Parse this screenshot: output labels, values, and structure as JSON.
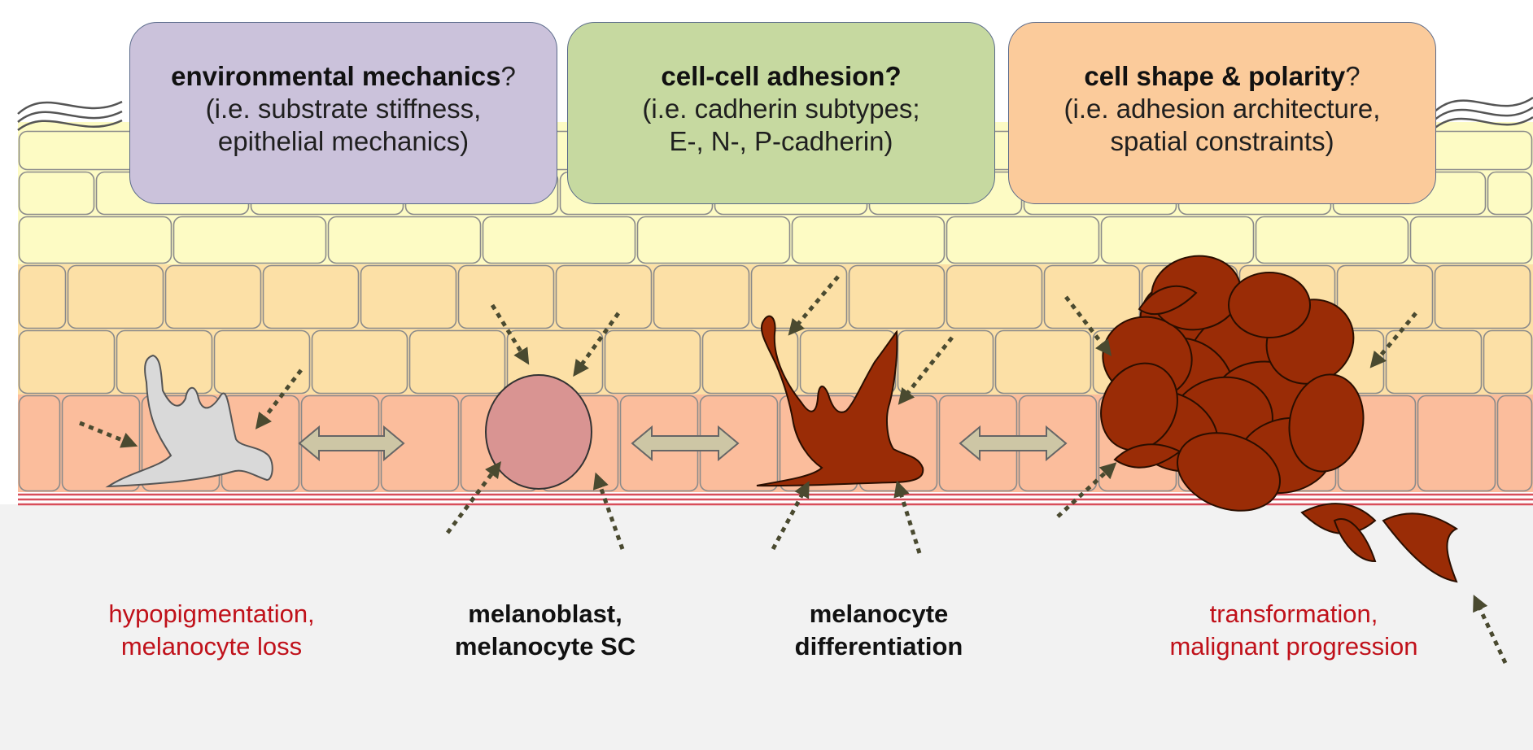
{
  "question_boxes": [
    {
      "title": "environmental mechanics",
      "title_suffix": "?",
      "line1": "(i.e. substrate stiffness,",
      "line2": "epithelial mechanics)",
      "color": "#cbc2db"
    },
    {
      "title": "cell-cell adhesion?",
      "title_suffix": "",
      "line1": "(i.e. cadherin subtypes;",
      "line2": "E-, N-, P-cadherin)",
      "color": "#c6d9a0"
    },
    {
      "title": "cell shape & polarity",
      "title_suffix": "?",
      "line1": "(i.e. adhesion architecture,",
      "line2": "spatial constraints)",
      "color": "#fbcb9b"
    }
  ],
  "stage_labels": [
    {
      "line1": "hypopigmentation,",
      "line2": "melanocyte loss",
      "style": "red"
    },
    {
      "line1": "melanoblast,",
      "line2": "melanocyte SC",
      "style": "black"
    },
    {
      "line1": "melanocyte",
      "line2": "differentiation",
      "style": "black"
    },
    {
      "line1": "transformation,",
      "line2": "malignant progression",
      "style": "red"
    }
  ],
  "colors": {
    "stratum_corneum": "#fdfbc4",
    "spinous_layer": "#fce0a6",
    "basal_layer": "#fbbd9c",
    "dermis": "#f2f2f2",
    "basement_membrane": "#d84e5a",
    "cell_border": "#8a8a8a",
    "unpigmented_cell": "#d9d9d9",
    "melanoblast": "#d99492",
    "melanocyte": "#9a2c06",
    "force_arrow": "#4a4a30",
    "transition_arrow": "#cdc6a5"
  }
}
